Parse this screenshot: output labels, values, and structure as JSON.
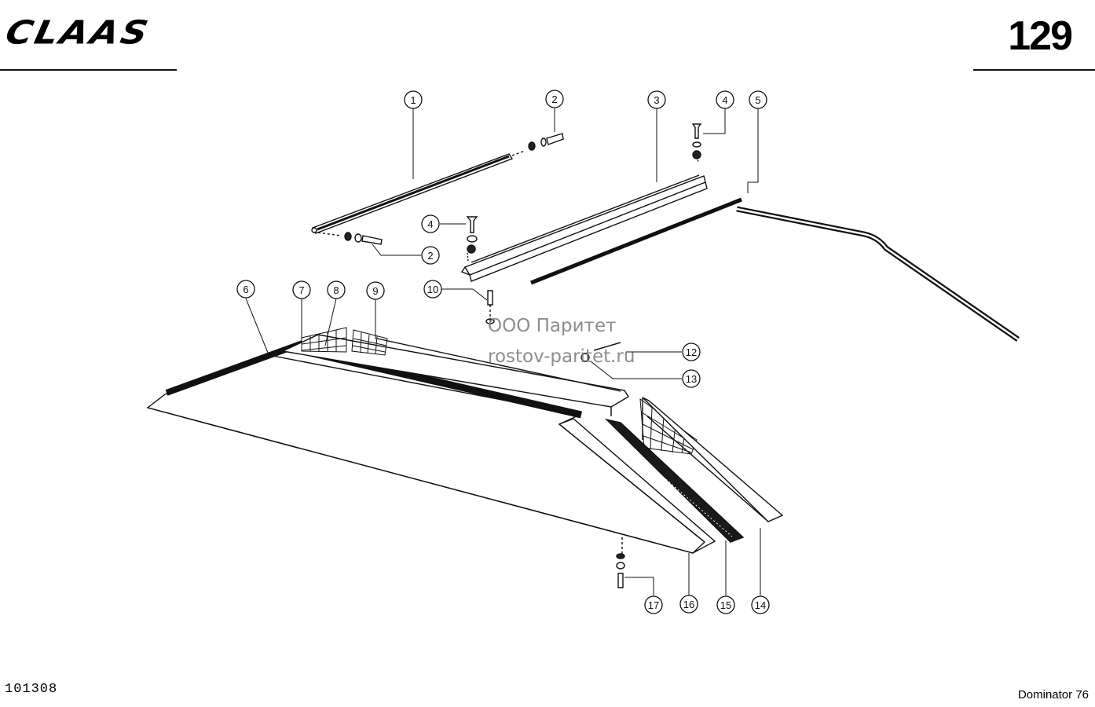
{
  "header": {
    "brand_logo": "CLAAS",
    "page_number": "129"
  },
  "footer": {
    "drawing_number": "101308",
    "model": "Dominator 76"
  },
  "watermark": {
    "line1": "ООО Паритет",
    "line2": "rostov-paritet.ru"
  },
  "callouts": [
    "1",
    "2",
    "2",
    "3",
    "4",
    "4",
    "5",
    "6",
    "7",
    "8",
    "9",
    "10",
    "12",
    "13",
    "14",
    "15",
    "16",
    "17"
  ]
}
